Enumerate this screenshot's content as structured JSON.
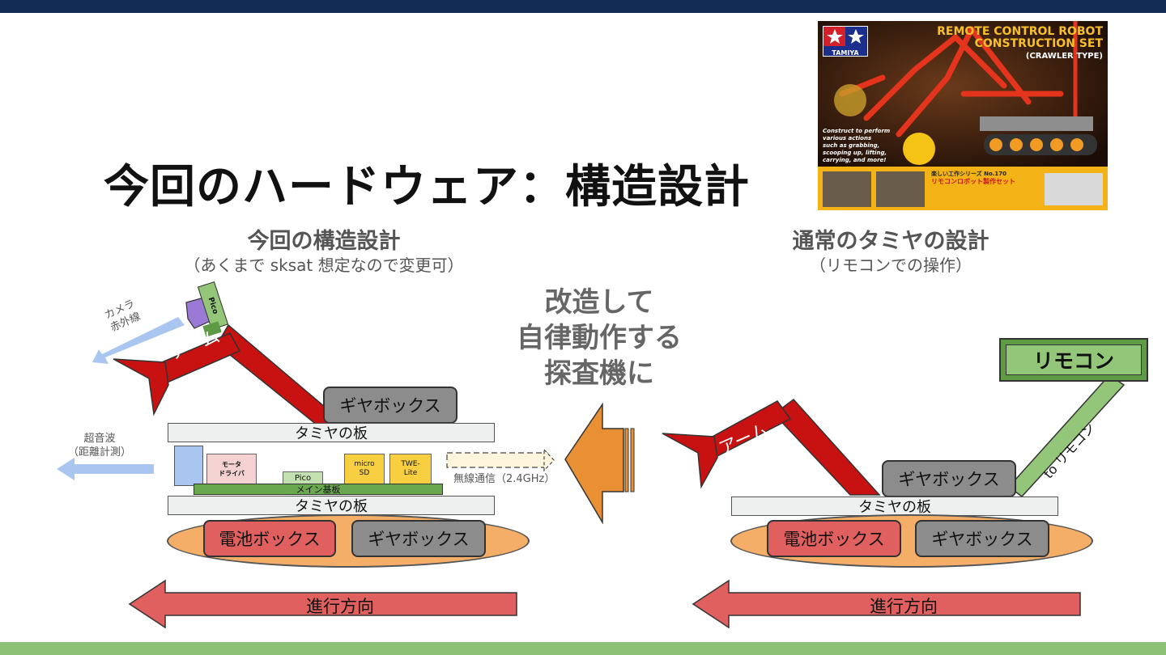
{
  "title": "今回のハードウェア：構造設計",
  "left": {
    "heading": "今回の構造設計",
    "note": "（あくまで sksat 想定なので変更可）",
    "arm": "アーム",
    "pico_top": "Pico",
    "camera_label": [
      "カメラ",
      "赤外線"
    ],
    "ultrasonic_label": [
      "超音波",
      "（距離計測）"
    ],
    "gearbox_top": "ギヤボックス",
    "plate_top": "タミヤの板",
    "motor_driver": [
      "モータ",
      "ドライバ"
    ],
    "pico_board": "Pico",
    "microsd": [
      "micro",
      "SD"
    ],
    "twelite": [
      "TWE-",
      "Lite"
    ],
    "main_board": "メイン基板",
    "wireless": "無線通信（2.4GHz）",
    "plate_bottom": "タミヤの板",
    "battery": "電池ボックス",
    "gearbox_bottom": "ギヤボックス",
    "direction": "進行方向"
  },
  "center": {
    "lines": [
      "改造して",
      "自律動作する",
      "探査機に"
    ]
  },
  "right": {
    "heading": "通常のタミヤの設計",
    "note": "（リモコンでの操作）",
    "remote": "リモコン",
    "cable": "to リモコン",
    "arm": "アーム",
    "gearbox_top": "ギヤボックス",
    "plate": "タミヤの板",
    "battery": "電池ボックス",
    "gearbox_bottom": "ギヤボックス",
    "direction": "進行方向"
  },
  "product_box": {
    "brand": "TAMIYA",
    "title_lines": [
      "REMOTE CONTROL ROBOT",
      "CONSTRUCTION SET",
      "(CRAWLER TYPE)"
    ],
    "tagline": [
      "Construct to perform",
      "various actions",
      "such as grabbing,",
      "scooping up, lifting,",
      "carrying, and more!"
    ],
    "series": "楽しい工作シリーズ No.170",
    "series_name": "リモコンロボット製作セット"
  },
  "colors": {
    "top_bar": "#112b55",
    "bottom_bar": "#8dc276",
    "arm_red": "#c81111",
    "gearbox": "#8c8c8c",
    "battery": "#e0605f",
    "track": "#f5ae68",
    "green": "#94c679",
    "orange_arrow": "#e98f34",
    "direction_arrow": "#e0605f",
    "sensor_blue": "#a8c6f0"
  }
}
